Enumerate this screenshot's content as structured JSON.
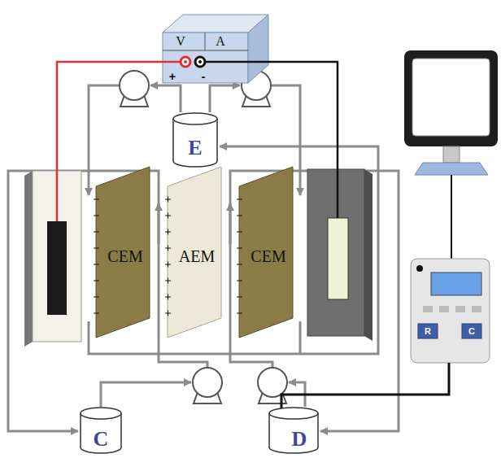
{
  "diagram": {
    "nodes": [
      {
        "text": [
          "V",
          "A",
          "+",
          "-"
        ]
      },
      {
        "text": [
          "E"
        ]
      },
      {
        "text": [
          "CEM"
        ]
      },
      {
        "text": [
          "AEM"
        ]
      },
      {
        "text": [
          "CEM"
        ]
      },
      {
        "text": [
          "R"
        ]
      },
      {
        "text": [
          "C"
        ]
      },
      {
        "text": [
          "C"
        ]
      },
      {
        "text": [
          "D"
        ]
      }
    ]
  }
}
